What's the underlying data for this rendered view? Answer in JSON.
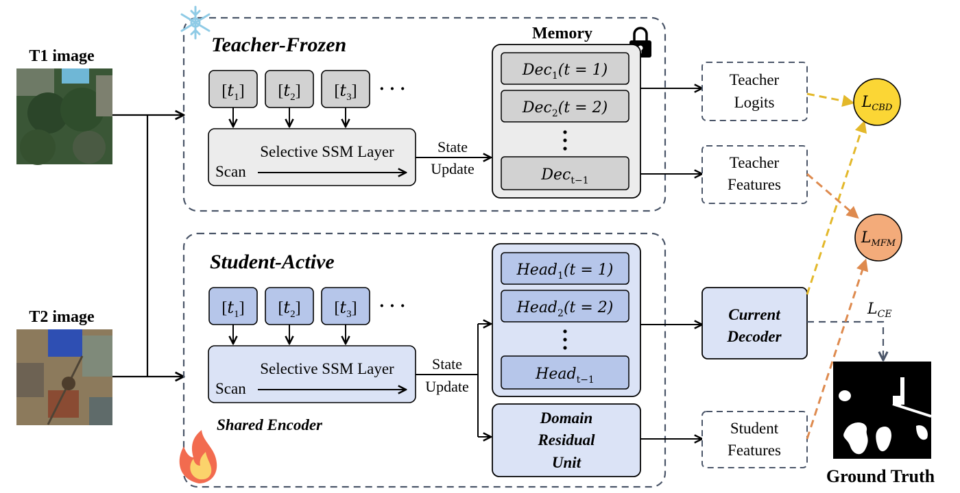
{
  "colors": {
    "teacher_box": "#e9e9e9",
    "teacher_token": "#d2d2d2",
    "student_box": "#dbe3f6",
    "student_token": "#b6c6ea",
    "dashed_border": "#4a5568",
    "cbd_arrow": "#e3b82a",
    "mfm_arrow": "#de8a4e",
    "cbd_node": "#fbd635",
    "mfm_node": "#f3ab7a"
  },
  "inputs": {
    "t1_label": "T1 image",
    "t2_label": "T2 image"
  },
  "teacher": {
    "title": "Teacher-Frozen",
    "tokens": [
      "t",
      "t",
      "t"
    ],
    "token_subs": [
      "1",
      "2",
      "3"
    ],
    "token_ellipsis": "· · ·",
    "ssm_label": "Selective SSM Layer",
    "scan_label": "Scan",
    "state_label": "State",
    "update_label": "Update",
    "memory": {
      "title": "Memory",
      "items": [
        {
          "name": "Dec",
          "sub": "1",
          "arg": "(t = 1)"
        },
        {
          "name": "Dec",
          "sub": "2",
          "arg": "(t = 2)"
        }
      ],
      "last": {
        "name": "Dec",
        "sub": "t−1"
      }
    },
    "out_logits": [
      "Teacher",
      "Logits"
    ],
    "out_features": [
      "Teacher",
      "Features"
    ],
    "frozen_icon": "snowflake-icon",
    "lock_icon": "lock-icon"
  },
  "student": {
    "title": "Student-Active",
    "tokens": [
      "t",
      "t",
      "t"
    ],
    "token_subs": [
      "1",
      "2",
      "3"
    ],
    "token_ellipsis": "· · ·",
    "ssm_label": "Selective SSM Layer",
    "scan_label": "Scan",
    "state_label": "State",
    "update_label": "Update",
    "encoder_label": "Shared Encoder",
    "heads": {
      "items": [
        {
          "name": "Head",
          "sub": "1",
          "arg": "(t = 1)"
        },
        {
          "name": "Head",
          "sub": "2",
          "arg": "(t = 2)"
        }
      ],
      "last": {
        "name": "Head",
        "sub": "t−1"
      }
    },
    "dru": [
      "Domain",
      "Residual",
      "Unit"
    ],
    "current_decoder": [
      "Current",
      "Decoder"
    ],
    "out_features": [
      "Student",
      "Features"
    ],
    "active_icon": "flame-icon"
  },
  "losses": {
    "cbd": {
      "main": "L",
      "sub": "CBD"
    },
    "mfm": {
      "main": "L",
      "sub": "MFM"
    },
    "ce": {
      "main": "L",
      "sub": "CE"
    }
  },
  "ground_truth_label": "Ground Truth"
}
